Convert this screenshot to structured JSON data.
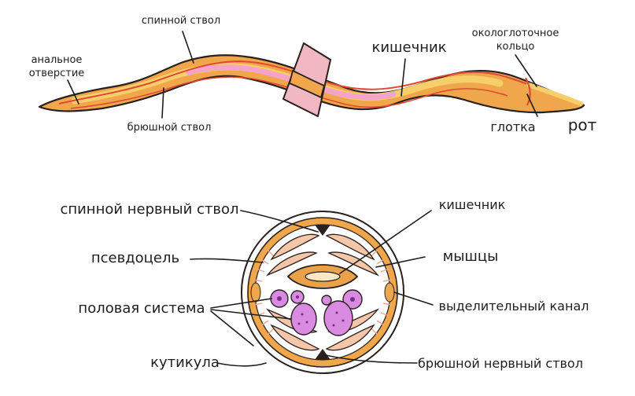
{
  "longitudinal": {
    "labels": {
      "anal_opening": [
        "анальное",
        "отверстие"
      ],
      "dorsal_trunk": "спинной ствол",
      "ventral_trunk": "брюшной ствол",
      "intestine": "кишечник",
      "nerve_ring": [
        "окологлоточное",
        "кольцо"
      ],
      "pharynx": "глотка",
      "mouth": "рот"
    }
  },
  "cross_section": {
    "labels": {
      "dorsal_nerve_cord": "спинной нервный ствол",
      "pseudocoel": "псевдоцель",
      "reproductive_system": "половая система",
      "cuticle": "кутикула",
      "intestine": "кишечник",
      "muscles": "мышцы",
      "excretory_canal": "выделительный канал",
      "ventral_nerve_cord": "брюшной нервный ствол"
    }
  },
  "colors": {
    "body": "#f0a64a",
    "body_outline": "#2a2020",
    "stripe_red": "#e04a35",
    "stripe_pink": "#f5a3c8",
    "stripe_yellow": "#f7cf6a",
    "cut_plane": "#f2b8c2",
    "gonad": "#d88be0",
    "muscle": "#f6c6a8"
  }
}
